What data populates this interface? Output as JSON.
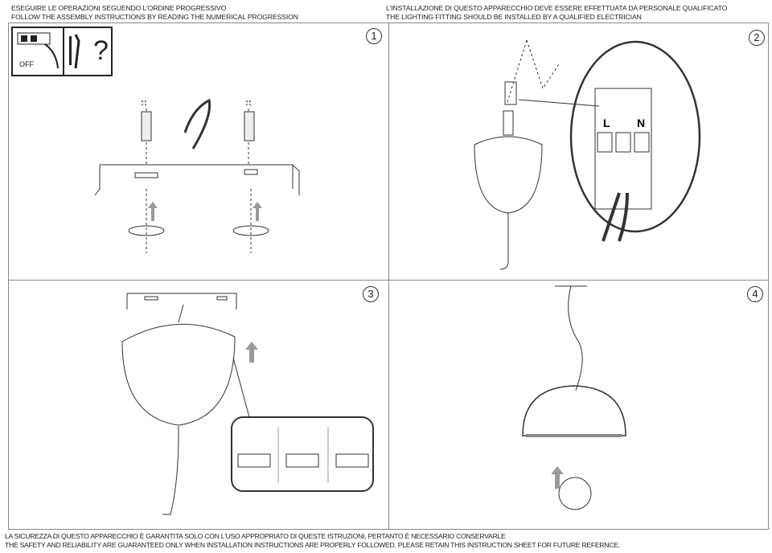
{
  "header_left": {
    "line1": "ESEGUIRE LE OPERAZIONI SEGUENDO L'ORDINE PROGRESSIVO",
    "line2": "FOLLOW THE ASSEMBLY INSTRUCTIONS BY READING THE NUMERICAL PROGRESSION"
  },
  "header_right": {
    "line1": "L'INSTALLAZIONE DI QUESTO APPARECCHIO DEVE ESSERE EFFETTUATA DA PERSONALE QUALIFICATO",
    "line2": "THE LIGHTING FITTING SHOULD BE INSTALLED BY A QUALIFIED ELECTRICIAN"
  },
  "footer": {
    "line1": "LA SICUREZZA DI QUESTO APPARECCHIO È GARANTITA SOLO CON L'USO APPROPRIATO DI QUESTE ISTRUZIONI, PERTANTO È NECESSARIO CONSERVARLE",
    "line2": "THE SAFETY AND RELIABILITY ARE GUARANTEED ONLY WHEN INSTALLATION INSTRUCTIONS ARE PROPERLY FOLLOWED. PLEASE RETAIN THIS INSTRUCTION SHEET FOR FUTURE REFERNCE."
  },
  "steps": [
    "1",
    "2",
    "3",
    "4"
  ],
  "step1": {
    "off_label": "OFF",
    "question": "?"
  },
  "step2": {
    "terminal_L": "L",
    "terminal_N": "N"
  }
}
